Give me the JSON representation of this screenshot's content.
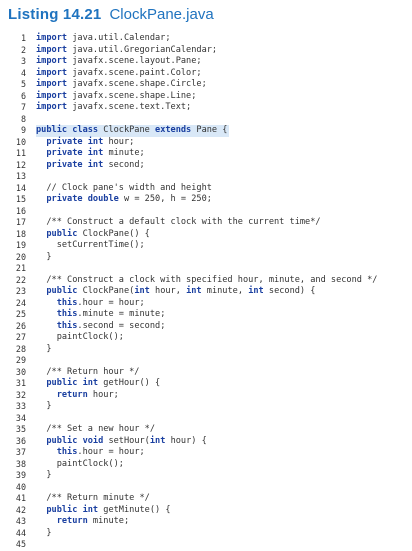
{
  "listing": {
    "label": "Listing 14.21",
    "title": "ClockPane.java"
  },
  "code_lines": [
    {
      "num": "1",
      "segments": [
        {
          "t": "import",
          "k": "kw"
        },
        {
          "t": " java.util.Calendar;",
          "k": "n"
        }
      ]
    },
    {
      "num": "2",
      "segments": [
        {
          "t": "import",
          "k": "kw"
        },
        {
          "t": " java.util.GregorianCalendar;",
          "k": "n"
        }
      ]
    },
    {
      "num": "3",
      "segments": [
        {
          "t": "import",
          "k": "kw"
        },
        {
          "t": " javafx.scene.layout.Pane;",
          "k": "n"
        }
      ]
    },
    {
      "num": "4",
      "segments": [
        {
          "t": "import",
          "k": "kw"
        },
        {
          "t": " javafx.scene.paint.Color;",
          "k": "n"
        }
      ]
    },
    {
      "num": "5",
      "segments": [
        {
          "t": "import",
          "k": "kw"
        },
        {
          "t": " javafx.scene.shape.Circle;",
          "k": "n"
        }
      ]
    },
    {
      "num": "6",
      "segments": [
        {
          "t": "import",
          "k": "kw"
        },
        {
          "t": " javafx.scene.shape.Line;",
          "k": "n"
        }
      ]
    },
    {
      "num": "7",
      "segments": [
        {
          "t": "import",
          "k": "kw"
        },
        {
          "t": " javafx.scene.text.Text;",
          "k": "n"
        }
      ]
    },
    {
      "num": "8",
      "segments": []
    },
    {
      "num": "9",
      "highlight": true,
      "segments": [
        {
          "t": "public class",
          "k": "kw"
        },
        {
          "t": " ClockPane ",
          "k": "n"
        },
        {
          "t": "extends",
          "k": "kw"
        },
        {
          "t": " Pane",
          "k": "n"
        },
        {
          "t": " {",
          "k": "n"
        }
      ]
    },
    {
      "num": "10",
      "segments": [
        {
          "t": "  ",
          "k": "n"
        },
        {
          "t": "private int",
          "k": "kw"
        },
        {
          "t": " hour;",
          "k": "n"
        }
      ]
    },
    {
      "num": "11",
      "segments": [
        {
          "t": "  ",
          "k": "n"
        },
        {
          "t": "private int",
          "k": "kw"
        },
        {
          "t": " minute;",
          "k": "n"
        }
      ]
    },
    {
      "num": "12",
      "segments": [
        {
          "t": "  ",
          "k": "n"
        },
        {
          "t": "private int",
          "k": "kw"
        },
        {
          "t": " second;",
          "k": "n"
        }
      ]
    },
    {
      "num": "13",
      "segments": []
    },
    {
      "num": "14",
      "segments": [
        {
          "t": "  // Clock pane's width and height",
          "k": "cm"
        }
      ]
    },
    {
      "num": "15",
      "segments": [
        {
          "t": "  ",
          "k": "n"
        },
        {
          "t": "private double",
          "k": "kw"
        },
        {
          "t": " w = 250, h = 250;",
          "k": "n"
        }
      ]
    },
    {
      "num": "16",
      "segments": []
    },
    {
      "num": "17",
      "segments": [
        {
          "t": "  /** Construct a default clock with the current time*/",
          "k": "cm"
        }
      ]
    },
    {
      "num": "18",
      "segments": [
        {
          "t": "  ",
          "k": "n"
        },
        {
          "t": "public",
          "k": "kw"
        },
        {
          "t": " ClockPane() {",
          "k": "n"
        }
      ]
    },
    {
      "num": "19",
      "segments": [
        {
          "t": "    setCurrentTime();",
          "k": "n"
        }
      ]
    },
    {
      "num": "20",
      "segments": [
        {
          "t": "  }",
          "k": "n"
        }
      ]
    },
    {
      "num": "21",
      "segments": []
    },
    {
      "num": "22",
      "segments": [
        {
          "t": "  /** Construct a clock with specified hour, minute, and second */",
          "k": "cm"
        }
      ]
    },
    {
      "num": "23",
      "segments": [
        {
          "t": "  ",
          "k": "n"
        },
        {
          "t": "public",
          "k": "kw"
        },
        {
          "t": " ClockPane(",
          "k": "n"
        },
        {
          "t": "int",
          "k": "kw"
        },
        {
          "t": " hour, ",
          "k": "n"
        },
        {
          "t": "int",
          "k": "kw"
        },
        {
          "t": " minute, ",
          "k": "n"
        },
        {
          "t": "int",
          "k": "kw"
        },
        {
          "t": " second) {",
          "k": "n"
        }
      ]
    },
    {
      "num": "24",
      "segments": [
        {
          "t": "    ",
          "k": "n"
        },
        {
          "t": "this",
          "k": "kw"
        },
        {
          "t": ".hour = hour;",
          "k": "n"
        }
      ]
    },
    {
      "num": "25",
      "segments": [
        {
          "t": "    ",
          "k": "n"
        },
        {
          "t": "this",
          "k": "kw"
        },
        {
          "t": ".minute = minute;",
          "k": "n"
        }
      ]
    },
    {
      "num": "26",
      "segments": [
        {
          "t": "    ",
          "k": "n"
        },
        {
          "t": "this",
          "k": "kw"
        },
        {
          "t": ".second = second;",
          "k": "n"
        }
      ]
    },
    {
      "num": "27",
      "segments": [
        {
          "t": "    paintClock();",
          "k": "n"
        }
      ]
    },
    {
      "num": "28",
      "segments": [
        {
          "t": "  }",
          "k": "n"
        }
      ]
    },
    {
      "num": "29",
      "segments": []
    },
    {
      "num": "30",
      "segments": [
        {
          "t": "  /** Return hour */",
          "k": "cm"
        }
      ]
    },
    {
      "num": "31",
      "segments": [
        {
          "t": "  ",
          "k": "n"
        },
        {
          "t": "public int",
          "k": "kw"
        },
        {
          "t": " getHour() {",
          "k": "n"
        }
      ]
    },
    {
      "num": "32",
      "segments": [
        {
          "t": "    ",
          "k": "n"
        },
        {
          "t": "return",
          "k": "kw"
        },
        {
          "t": " hour;",
          "k": "n"
        }
      ]
    },
    {
      "num": "33",
      "segments": [
        {
          "t": "  }",
          "k": "n"
        }
      ]
    },
    {
      "num": "34",
      "segments": []
    },
    {
      "num": "35",
      "segments": [
        {
          "t": "  /** Set a new hour */",
          "k": "cm"
        }
      ]
    },
    {
      "num": "36",
      "segments": [
        {
          "t": "  ",
          "k": "n"
        },
        {
          "t": "public void",
          "k": "kw"
        },
        {
          "t": " setHour(",
          "k": "n"
        },
        {
          "t": "int",
          "k": "kw"
        },
        {
          "t": " hour) {",
          "k": "n"
        }
      ]
    },
    {
      "num": "37",
      "segments": [
        {
          "t": "    ",
          "k": "n"
        },
        {
          "t": "this",
          "k": "kw"
        },
        {
          "t": ".hour = hour;",
          "k": "n"
        }
      ]
    },
    {
      "num": "38",
      "segments": [
        {
          "t": "    paintClock();",
          "k": "n"
        }
      ]
    },
    {
      "num": "39",
      "segments": [
        {
          "t": "  }",
          "k": "n"
        }
      ]
    },
    {
      "num": "40",
      "segments": []
    },
    {
      "num": "41",
      "segments": [
        {
          "t": "  /** Return minute */",
          "k": "cm"
        }
      ]
    },
    {
      "num": "42",
      "segments": [
        {
          "t": "  ",
          "k": "n"
        },
        {
          "t": "public int",
          "k": "kw"
        },
        {
          "t": " getMinute() {",
          "k": "n"
        }
      ]
    },
    {
      "num": "43",
      "segments": [
        {
          "t": "    ",
          "k": "n"
        },
        {
          "t": "return",
          "k": "kw"
        },
        {
          "t": " minute;",
          "k": "n"
        }
      ]
    },
    {
      "num": "44",
      "segments": [
        {
          "t": "  }",
          "k": "n"
        }
      ]
    },
    {
      "num": "45",
      "segments": []
    }
  ],
  "colors": {
    "title": "#1f73bf",
    "keyword": "#1a3fa0",
    "text": "#333333",
    "highlight_background": "#d9e8f7"
  }
}
